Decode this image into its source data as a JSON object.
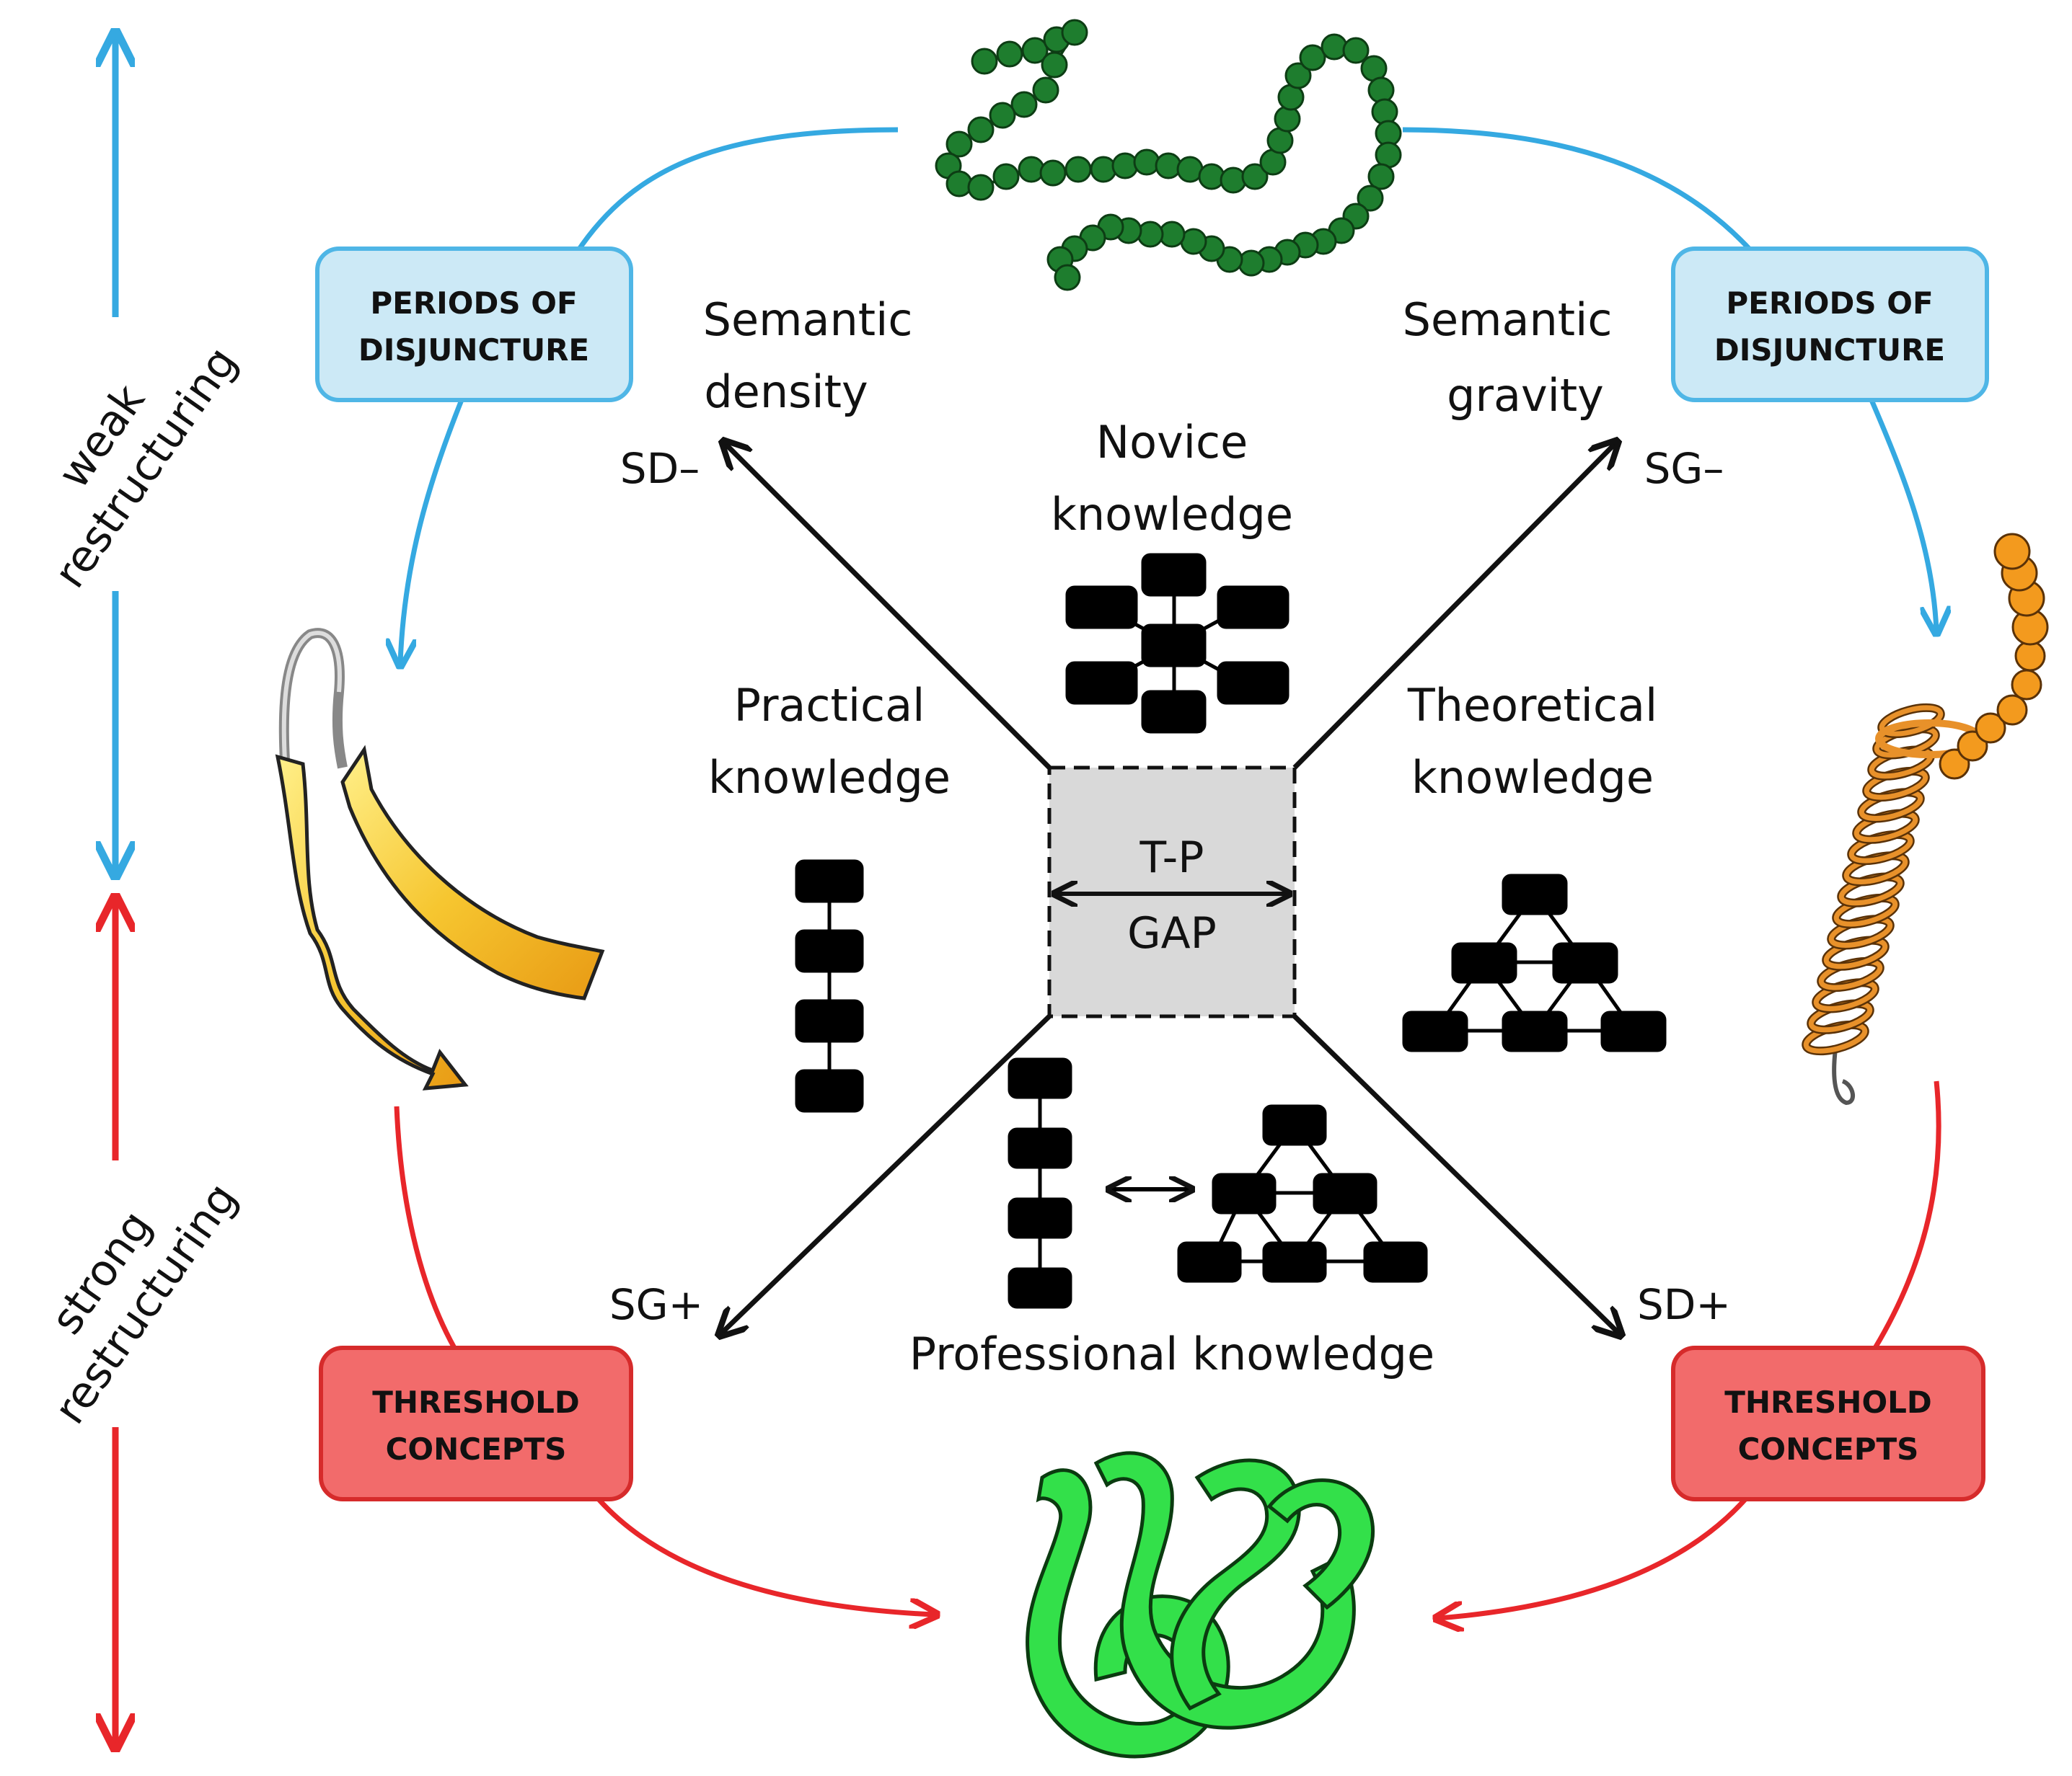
{
  "colors": {
    "weak": "#35a9e1",
    "strong": "#e8262a",
    "disjuncture_fill": "#cce9f6",
    "disjuncture_stroke": "#4fb6e6",
    "threshold_fill": "#f26b6b",
    "threshold_stroke": "#d62b2b",
    "gap_fill": "#d9d9d9",
    "bead_green": "#1e7d2e",
    "helix_orange": "#e8912a",
    "sheet_yellow": "#f6c630",
    "tangle_green": "#33e04a"
  },
  "side_axis": {
    "weak_label": [
      "weak",
      "restructuring"
    ],
    "strong_label": [
      "strong",
      "restructuring"
    ]
  },
  "boxes": {
    "disjuncture_left": [
      "PERIODS OF",
      "DISJUNCTURE"
    ],
    "disjuncture_right": [
      "PERIODS OF",
      "DISJUNCTURE"
    ],
    "threshold_left": [
      "THRESHOLD",
      "CONCEPTS"
    ],
    "threshold_right": [
      "THRESHOLD",
      "CONCEPTS"
    ]
  },
  "center": {
    "gap_top": "T-P",
    "gap_bottom": "GAP"
  },
  "axes": {
    "density_label": [
      "Semantic",
      "density"
    ],
    "gravity_label": [
      "Semantic",
      "gravity"
    ],
    "sd_minus": "SD–",
    "sg_minus": "SG–",
    "sg_plus": "SG+",
    "sd_plus": "SD+"
  },
  "knowledge": {
    "novice": [
      "Novice",
      "knowledge"
    ],
    "practical": [
      "Practical",
      "knowledge"
    ],
    "theoretical": [
      "Theoretical",
      "knowledge"
    ],
    "professional": "Professional knowledge"
  },
  "icons": {
    "top": "bead-chain-icon",
    "right": "alpha-helix-icon",
    "bottom": "tangled-protein-icon",
    "left": "beta-sheet-icon"
  }
}
